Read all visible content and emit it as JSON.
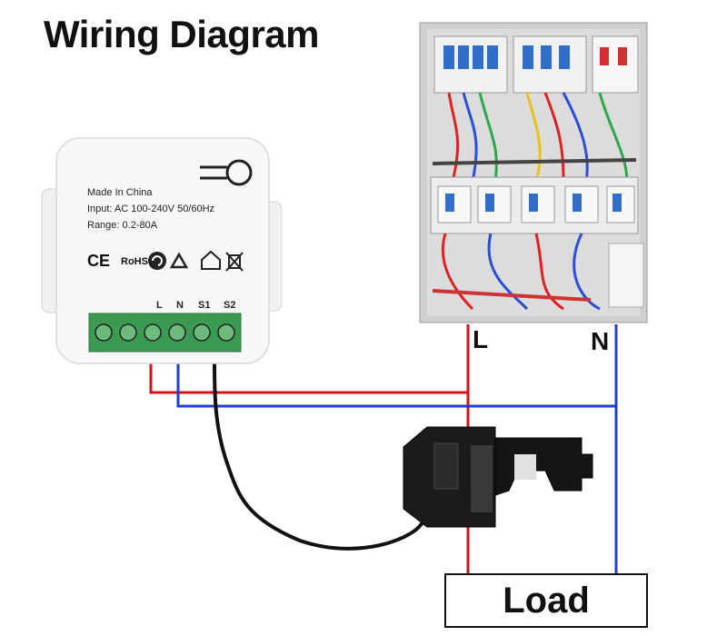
{
  "title": "Wiring Diagram",
  "device": {
    "line1": "Made In China",
    "line2": "Input: AC 100-240V 50/60Hz",
    "line3": "Range: 0.2-80A",
    "terminals": [
      "L",
      "N",
      "S1",
      "S2"
    ],
    "marks": [
      "CE",
      "RoHS"
    ]
  },
  "lines": {
    "live": "L",
    "neutral": "N"
  },
  "load": "Load",
  "colors": {
    "live": "#d0121b",
    "neutral": "#1f3fd1",
    "device": "#f7f7f7",
    "terminal": "#3a9a52"
  },
  "icons": [
    "ce-mark-icon",
    "rohs-check-icon",
    "recycle-arrow-icon",
    "recycle-icon",
    "house-icon",
    "crossed-bin-icon",
    "ct-clamp-icon",
    "electrical-panel-photo"
  ]
}
